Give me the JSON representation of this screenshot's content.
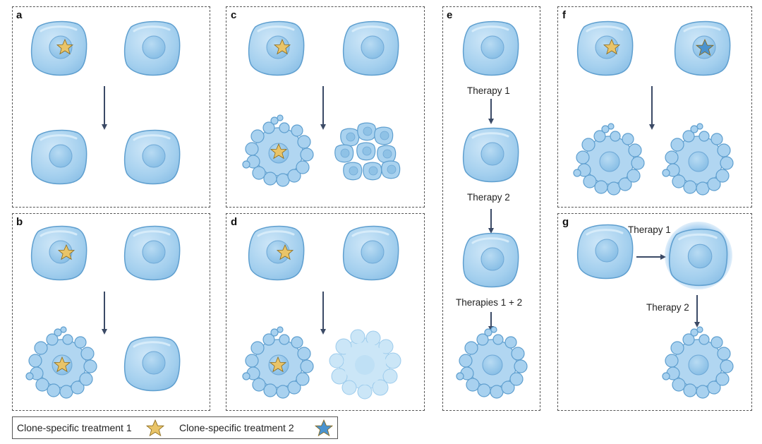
{
  "panels": {
    "a": {
      "label": "a"
    },
    "b": {
      "label": "b"
    },
    "c": {
      "label": "c"
    },
    "d": {
      "label": "d"
    },
    "e": {
      "label": "e",
      "steps": [
        "Therapy 1",
        "Therapy 2",
        "Therapies 1 + 2"
      ]
    },
    "f": {
      "label": "f"
    },
    "g": {
      "label": "g",
      "therapy1": "Therapy 1",
      "therapy2": "Therapy 2"
    }
  },
  "legend": {
    "item1": "Clone-specific treatment 1",
    "item2": "Clone-specific treatment 2"
  },
  "colors": {
    "cell": "#a9d2ef",
    "cell_edge": "#5f9fcf",
    "nucleus": "#8fc2e6",
    "star_gold": "#e9c468",
    "star_blue": "#4b93cf",
    "arrow": "#3b4a66"
  }
}
